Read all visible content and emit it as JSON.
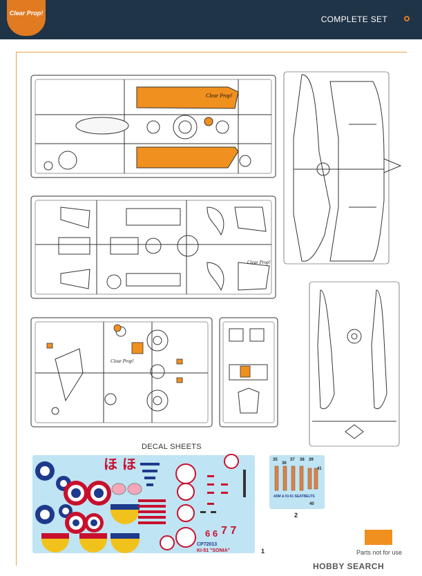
{
  "header": {
    "logo_text": "Clear Prop!",
    "title": "COMPLETE SET"
  },
  "section_title": "DECAL SHEETS",
  "sprues": {
    "a_logo": "Clear Prop!",
    "b_logo": "Clear Prop!",
    "c_logo": "Clear Prop!"
  },
  "decal1": {
    "number": "1",
    "code": "CP72013",
    "name": "KI-51 \"SONIA\"",
    "kana": "ほ ほ",
    "large_numbers": "7 7",
    "small_numbers": "6 6"
  },
  "decal2": {
    "number": "2",
    "numbers": [
      "35",
      "36",
      "37",
      "38",
      "39",
      "41",
      "40"
    ],
    "caption": "A5M & KI-51 SEATBELTS"
  },
  "legend": {
    "label": "Parts not for use",
    "color": "#f0901e"
  },
  "watermark": "HOBBY SEARCH"
}
